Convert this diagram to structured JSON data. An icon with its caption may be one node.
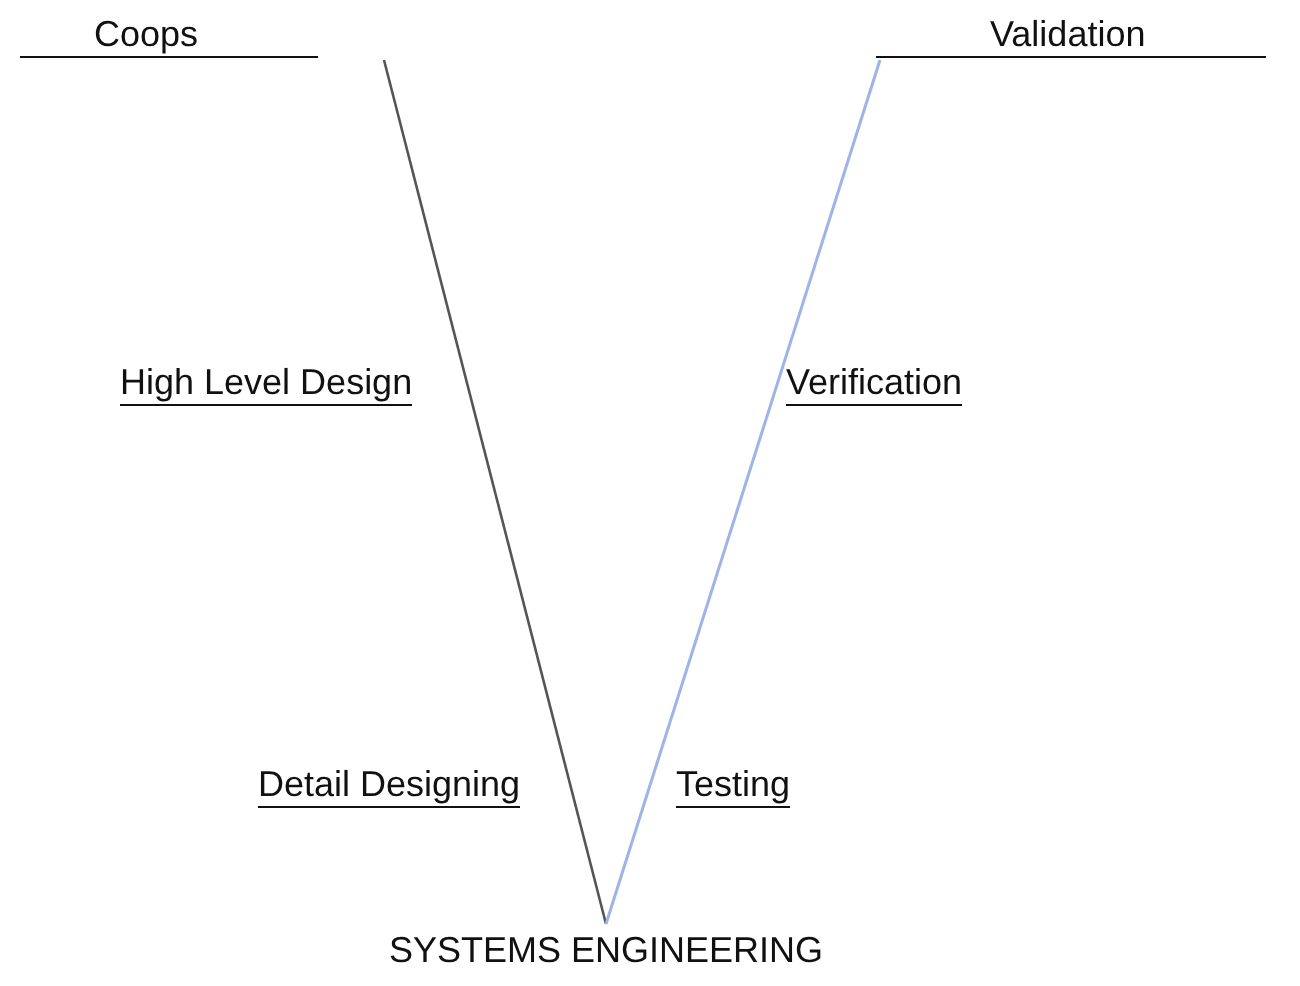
{
  "diagram": {
    "caption": "SYSTEMS ENGINEERING",
    "labels": [
      "Coops",
      "Validation",
      "High Level Design",
      "Verification",
      "Detail Designing",
      "Testing"
    ]
  }
}
